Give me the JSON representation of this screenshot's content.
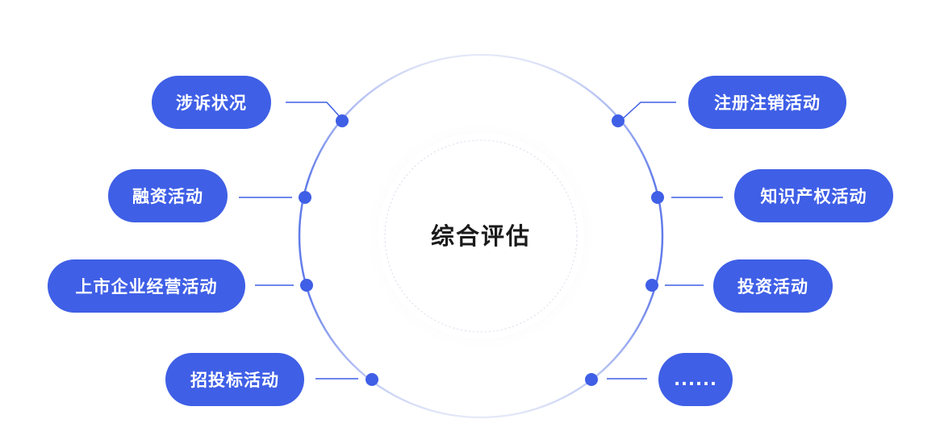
{
  "center": {
    "label": "综合评估"
  },
  "left_items": [
    {
      "label": "涉诉状况"
    },
    {
      "label": "融资活动"
    },
    {
      "label": "上市企业经营活动"
    },
    {
      "label": "招投标活动"
    }
  ],
  "right_items": [
    {
      "label": "注册注销活动"
    },
    {
      "label": "知识产权活动"
    },
    {
      "label": "投资活动"
    },
    {
      "label": "......"
    }
  ],
  "colors": {
    "accent": "#3f5fe6",
    "ring_light": "#dbe3fb",
    "text_dark": "#1a1a1a"
  }
}
